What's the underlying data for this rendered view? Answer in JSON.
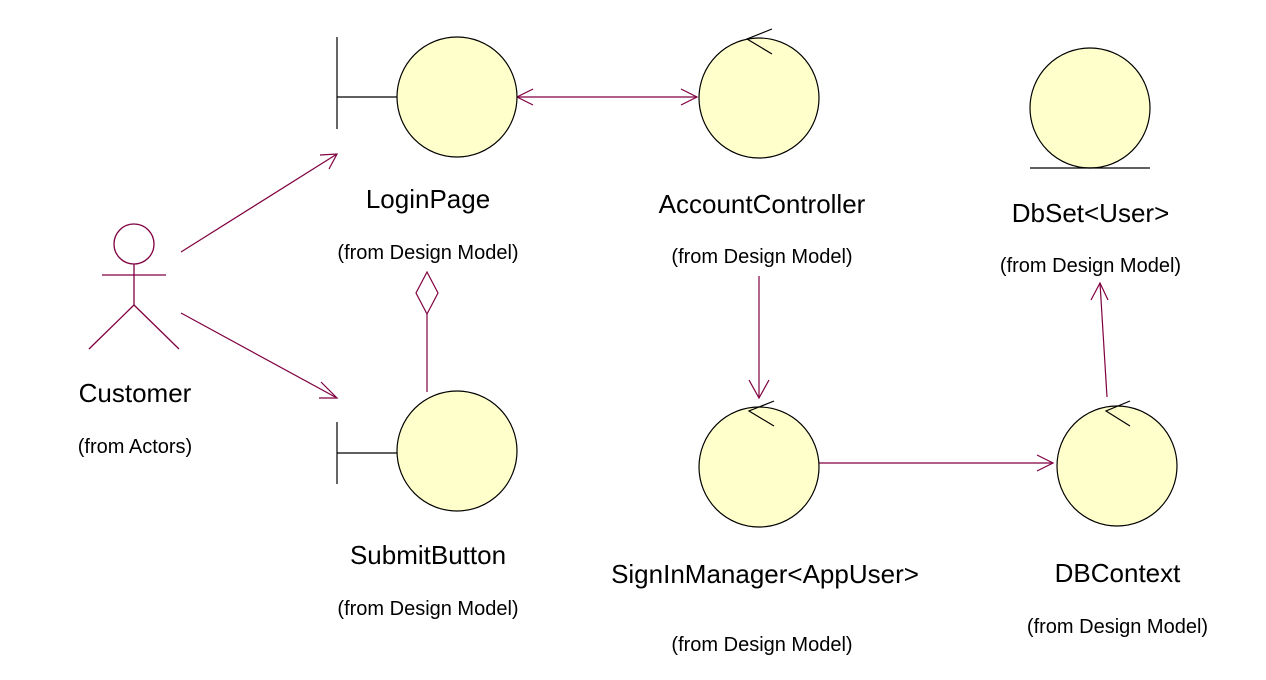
{
  "colors": {
    "circle_fill": "#FFFFCC",
    "outline": "#000000",
    "connector": "#800040",
    "text": "#000000"
  },
  "nodes": {
    "customer": {
      "name": "Customer",
      "package": "(from Actors)",
      "kind": "actor"
    },
    "login_page": {
      "name": "LoginPage",
      "package": "(from Design Model)",
      "kind": "boundary"
    },
    "submit_button": {
      "name": "SubmitButton",
      "package": "(from Design Model)",
      "kind": "boundary"
    },
    "account_controller": {
      "name": "AccountController",
      "package": "(from Design Model)",
      "kind": "control"
    },
    "signin_manager": {
      "name": "SignInManager<AppUser>",
      "package": "(from Design Model)",
      "kind": "control"
    },
    "db_context": {
      "name": "DBContext",
      "package": "(from Design Model)",
      "kind": "control"
    },
    "dbset_user": {
      "name": "DbSet<User>",
      "package": "(from Design Model)",
      "kind": "entity"
    }
  },
  "edges": [
    {
      "from": "customer",
      "to": "login_page",
      "kind": "association"
    },
    {
      "from": "customer",
      "to": "submit_button",
      "kind": "association"
    },
    {
      "from": "login_page",
      "to": "account_controller",
      "kind": "bidirectional-association"
    },
    {
      "from": "submit_button",
      "to": "login_page",
      "kind": "aggregation"
    },
    {
      "from": "account_controller",
      "to": "signin_manager",
      "kind": "association"
    },
    {
      "from": "signin_manager",
      "to": "db_context",
      "kind": "association"
    },
    {
      "from": "db_context",
      "to": "dbset_user",
      "kind": "association"
    }
  ]
}
